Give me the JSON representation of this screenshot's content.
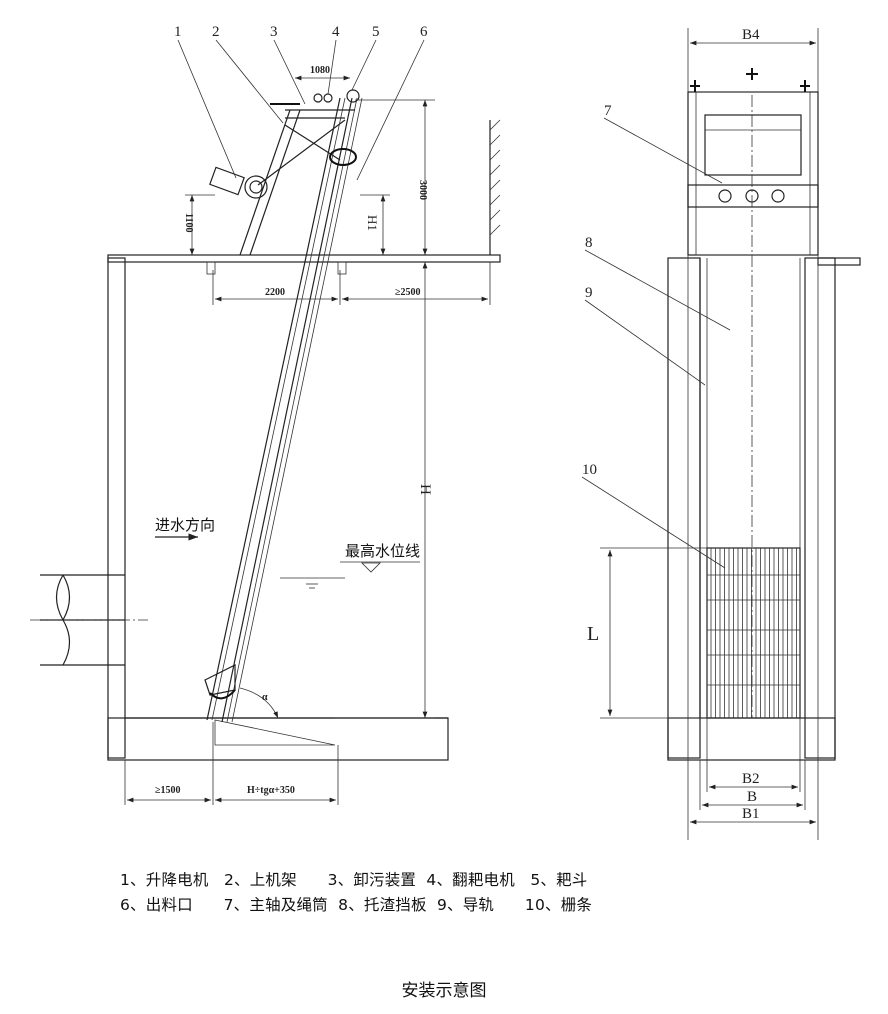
{
  "left_view": {
    "callouts": [
      "1",
      "2",
      "3",
      "4",
      "5",
      "6"
    ],
    "dimensions": {
      "top_width": "1080",
      "frame_height": "3000",
      "motor_height": "1100",
      "h1": "H1",
      "base_width": "2200",
      "clearance": "≥2500",
      "depth": "H",
      "front_clearance": "≥1500",
      "incline_run": "H÷tgα+350",
      "angle": "α"
    },
    "inflow_label": "进水方向",
    "water_level_label": "最高水位线"
  },
  "right_view": {
    "callouts": [
      "7",
      "8",
      "9",
      "10"
    ],
    "dimensions": {
      "b4": "B4",
      "l": "L",
      "b2": "B2",
      "b": "B",
      "b1": "B1"
    }
  },
  "legend": {
    "line1": "1、升降电机   2、上机架      3、卸污装置  4、翻耙电机   5、耙斗",
    "line2": "6、出料口      7、主轴及绳筒  8、托渣挡板  9、导轨      10、栅条"
  },
  "title": "安装示意图"
}
